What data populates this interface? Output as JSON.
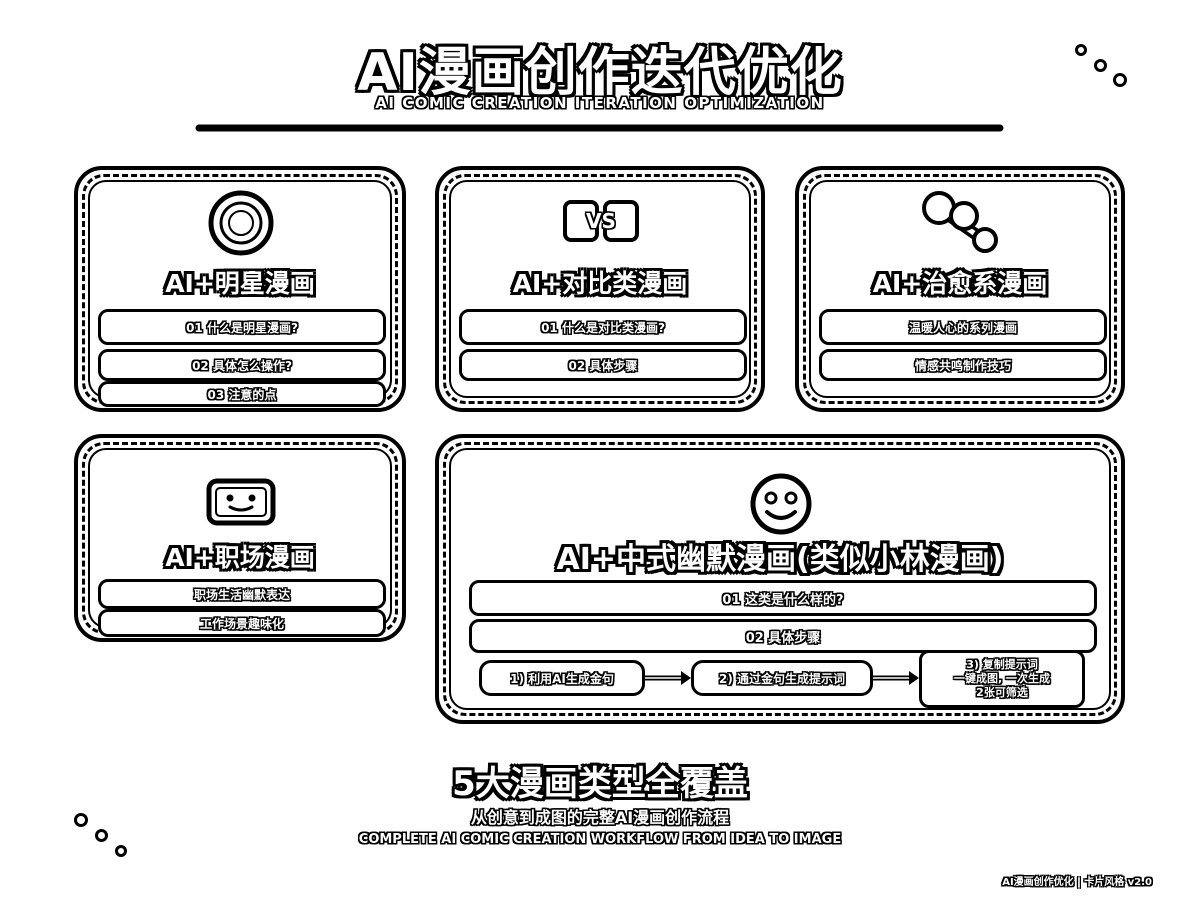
{
  "header": {
    "title": "AI漫画创作迭代优化",
    "subtitle": "AI COMIC CREATION ITERATION OPTIMIZATION"
  },
  "cards": {
    "star": {
      "icon": "target-icon",
      "title": "AI+明星漫画",
      "items": [
        "01 什么是明星漫画?",
        "02 具体怎么操作?",
        "03 注意的点"
      ]
    },
    "compare": {
      "icon": "vs-icon",
      "icon_text": "VS",
      "title": "AI+对比类漫画",
      "items": [
        "01 什么是对比类漫画?",
        "02 具体步骤"
      ]
    },
    "healing": {
      "icon": "molecule-icon",
      "title": "AI+治愈系漫画",
      "items": [
        "温暖人心的系列漫画",
        "情感共鸣制作技巧"
      ]
    },
    "workplace": {
      "icon": "robot-face-icon",
      "title": "AI+职场漫画",
      "items": [
        "职场生活幽默表达",
        "工作场景趣味化"
      ]
    },
    "humor": {
      "icon": "smiley-icon",
      "title": "AI+中式幽默漫画(类似小林漫画)",
      "items": [
        "01 这类是什么样的?",
        "02 具体步骤"
      ],
      "steps": [
        "1) 利用AI生成金句",
        "2) 通过金句生成提示词",
        "3) 复制提示词",
        "一键成图, 一次生成",
        "2张可筛选"
      ]
    }
  },
  "tagline": {
    "main": "5大漫画类型全覆盖",
    "sub": "从创意到成图的完整AI漫画创作流程",
    "en": "COMPLETE AI COMIC CREATION WORKFLOW FROM IDEA TO IMAGE"
  },
  "footer": "AI漫画创作优化 | 卡片风格 v2.0"
}
